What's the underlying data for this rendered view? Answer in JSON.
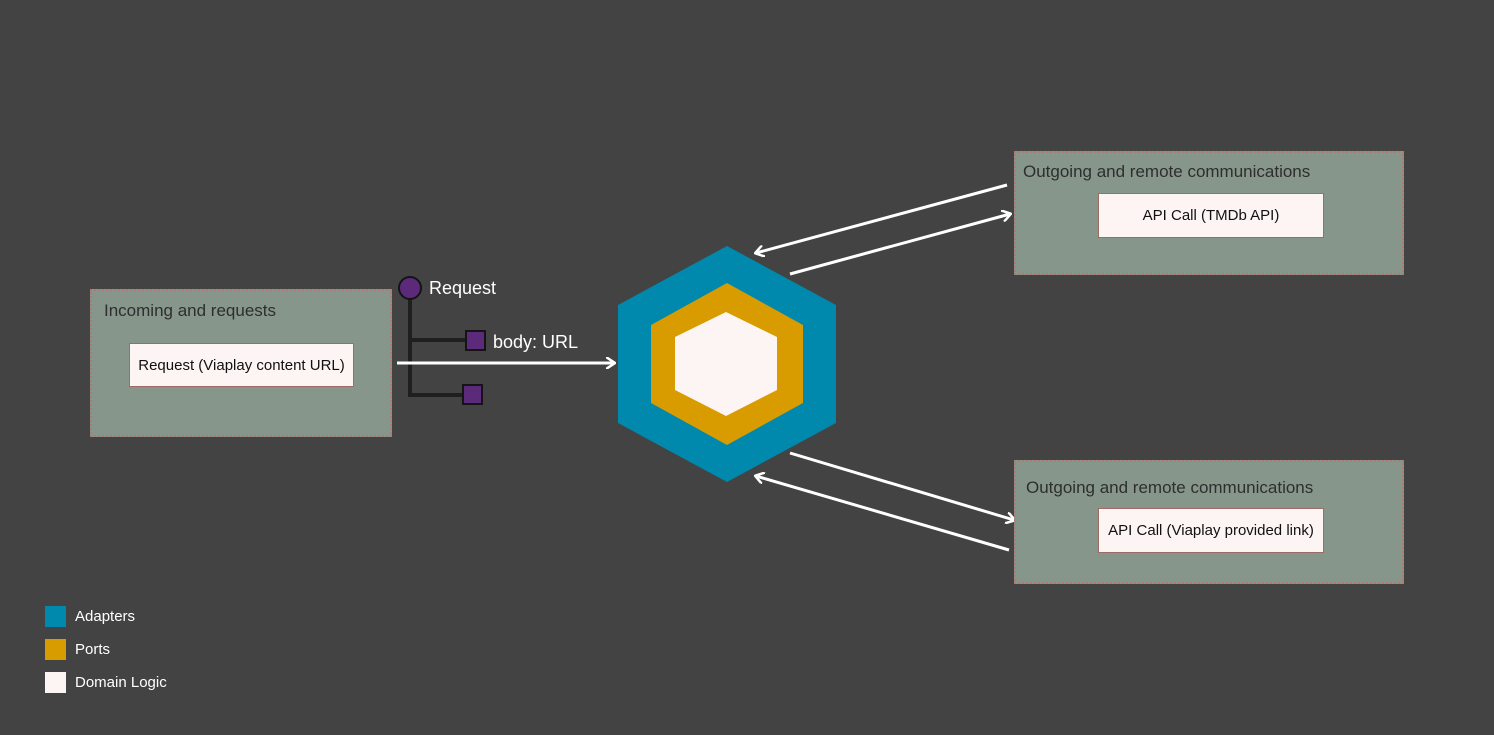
{
  "incoming": {
    "title": "Incoming and requests",
    "request_box": "Request (Viaplay content URL)"
  },
  "outgoing_top": {
    "title": "Outgoing and remote communications",
    "api_box": "API Call (TMDb API)"
  },
  "outgoing_bottom": {
    "title": "Outgoing and remote communications",
    "api_box": "API Call (Viaplay provided link)"
  },
  "request_node": {
    "label": "Request",
    "body_label": "body: URL"
  },
  "legend": [
    {
      "label": "Adapters",
      "color": "#0089ac"
    },
    {
      "label": "Ports",
      "color": "#d89b00"
    },
    {
      "label": "Domain Logic",
      "color": "#fcf5f3"
    }
  ],
  "colors": {
    "background": "#434343",
    "panel": "#87968a",
    "adapters": "#0089ac",
    "ports": "#d89b00",
    "domain_logic": "#fcf5f3",
    "node": "#5b2a7a"
  }
}
